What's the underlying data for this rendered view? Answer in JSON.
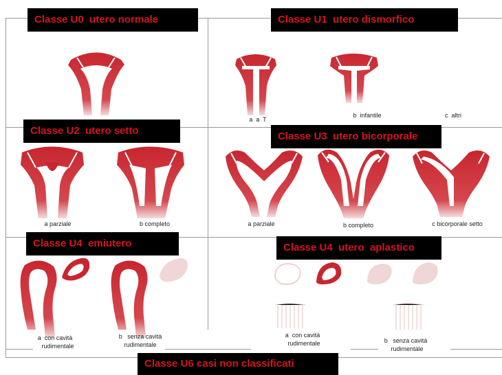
{
  "headers": {
    "u0": "Classe U0  utero normale",
    "u1": "Classe U1  utero dismorfico",
    "u2": "Classe U2  utero setto",
    "u3": "Classe U3  utero bicorporale",
    "u4a": "Classe U4  emiutero",
    "u4b": "Classe U4  utero  aplastico",
    "u6": "Classe U6 casi non classificati"
  },
  "captions": {
    "u1_a": "a  a  T",
    "u1_b": "b  infantile",
    "u1_c": "c  altri",
    "u2_a": "a parziale",
    "u2_b": "b completo",
    "u3_a": "a parziale",
    "u3_b": "b completo",
    "u3_c": "c bicorporale setto",
    "u4a_a_1": "a  con cavità",
    "u4a_a_2": "rudimentale",
    "u4a_b_1": "b   senza cavità",
    "u4a_b_2": "rudimentale",
    "u4b_a_1": "a  con cavità",
    "u4b_a_2": "rudimentale",
    "u4b_b_1": "b   senza cavità",
    "u4b_b_2": "rudimentale"
  },
  "colors": {
    "uterus": "#c8262f",
    "uterus_light": "#e9c9c9",
    "header_bg": "#000000",
    "header_text": "#d4141f"
  }
}
